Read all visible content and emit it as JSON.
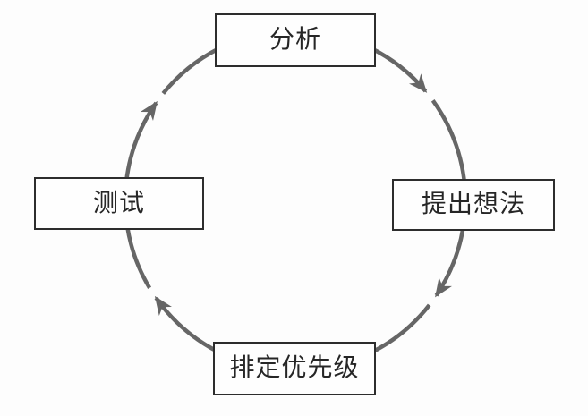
{
  "diagram": {
    "type": "cycle",
    "direction": "clockwise",
    "style": {
      "background": "#fdfdfd",
      "arc_color": "#666666",
      "box_border_color": "#2d2d2d",
      "box_fill": "#fefefe",
      "text_color": "#262626"
    },
    "nodes": [
      {
        "position": "top",
        "label": "分析"
      },
      {
        "position": "right",
        "label": "提出想法"
      },
      {
        "position": "bottom",
        "label": "排定优先级"
      },
      {
        "position": "left",
        "label": "测试"
      }
    ],
    "edges": [
      {
        "from": "分析",
        "to": "提出想法"
      },
      {
        "from": "提出想法",
        "to": "排定优先级"
      },
      {
        "from": "排定优先级",
        "to": "测试"
      },
      {
        "from": "测试",
        "to": "分析"
      }
    ]
  }
}
